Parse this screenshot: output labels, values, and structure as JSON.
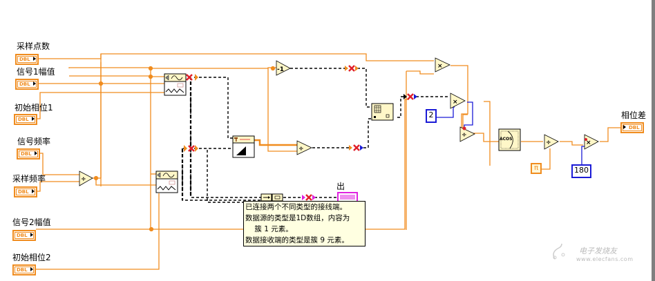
{
  "controls": [
    {
      "id": "samples",
      "label": "采样点数",
      "type_label": "DBL"
    },
    {
      "id": "amp1",
      "label": "信号1幅值",
      "type_label": "DBL"
    },
    {
      "id": "phase1",
      "label": "初始相位1",
      "type_label": "DBL"
    },
    {
      "id": "sigfreq",
      "label": "信号频率",
      "type_label": "DBL"
    },
    {
      "id": "sampfreq",
      "label": "采样频率",
      "type_label": "DBL"
    },
    {
      "id": "amp2",
      "label": "信号2幅值",
      "type_label": "DBL"
    },
    {
      "id": "phase2",
      "label": "初始相位2",
      "type_label": "DBL"
    }
  ],
  "indicators": [
    {
      "id": "phasediff",
      "label": "相位差",
      "type_label": "DBL"
    }
  ],
  "out_label": "出",
  "constants": {
    "two": "2",
    "one_eighty": "180",
    "pi": "π"
  },
  "functions": {
    "divide_symbol": "÷",
    "multiply_symbol": "×",
    "negate_symbol": "-1",
    "acos_label": "ACOS"
  },
  "tooltip": {
    "lines": [
      "已连接两个不同类型的接线端。",
      "数据源的类型是1D数组，内容为",
      "    簇 1 元素。",
      "数据接收端的类型是簇 9 元素。"
    ]
  },
  "watermark": {
    "name": "电子发烧友",
    "url": "www.elecfans.com"
  },
  "colors": {
    "wire_dbl": "#f08c1e",
    "wire_int": "#1a1ad6",
    "wire_broken": "#000000",
    "error_x": "#e0202a",
    "cluster_pink": "#e020e0",
    "node_fill": "#fff7c8"
  }
}
